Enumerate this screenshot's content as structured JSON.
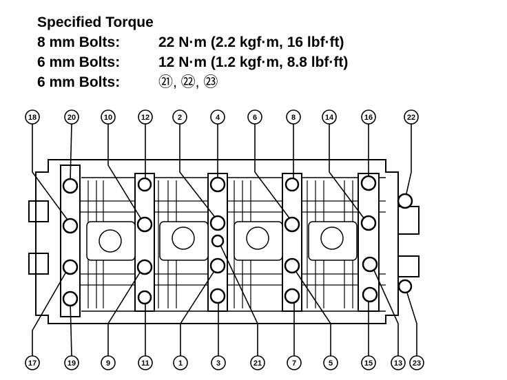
{
  "spec": {
    "title": "Specified Torque",
    "rows": [
      {
        "label": "8 mm Bolts:",
        "value": "22 N·m (2.2 kgf·m, 16 lbf·ft)"
      },
      {
        "label": "6 mm Bolts:",
        "value": "12 N·m (1.2 kgf·m, 8.8 lbf·ft)"
      },
      {
        "label": "6 mm Bolts:",
        "value": "㉑, ㉒, ㉓"
      }
    ]
  },
  "bolt_labels": {
    "top": [
      "18",
      "20",
      "10",
      "12",
      "2",
      "4",
      "6",
      "8",
      "14",
      "16",
      "22"
    ],
    "bottom": [
      "17",
      "19",
      "9",
      "11",
      "1",
      "3",
      "21",
      "7",
      "5",
      "15",
      "13",
      "23"
    ]
  }
}
